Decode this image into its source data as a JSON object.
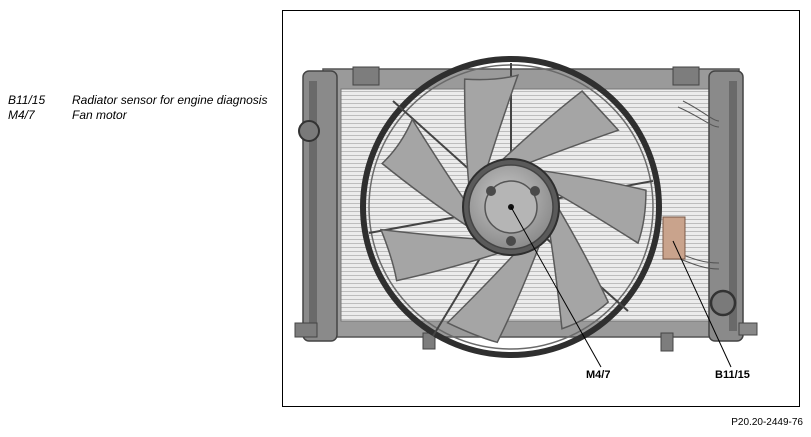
{
  "legend": [
    {
      "code": "B11/15",
      "description": "Radiator sensor for engine diagnosis"
    },
    {
      "code": "M4/7",
      "description": "Fan motor"
    }
  ],
  "callouts": {
    "fan_motor": "M4/7",
    "radiator_sensor": "B11/15"
  },
  "figure_reference": "P20.20-2449-76",
  "colors": {
    "sensor": "#c9a38c",
    "radiator_fins": "#e9e9e9",
    "blade": "#a3a3a3",
    "frame": "#6e6e6e"
  }
}
